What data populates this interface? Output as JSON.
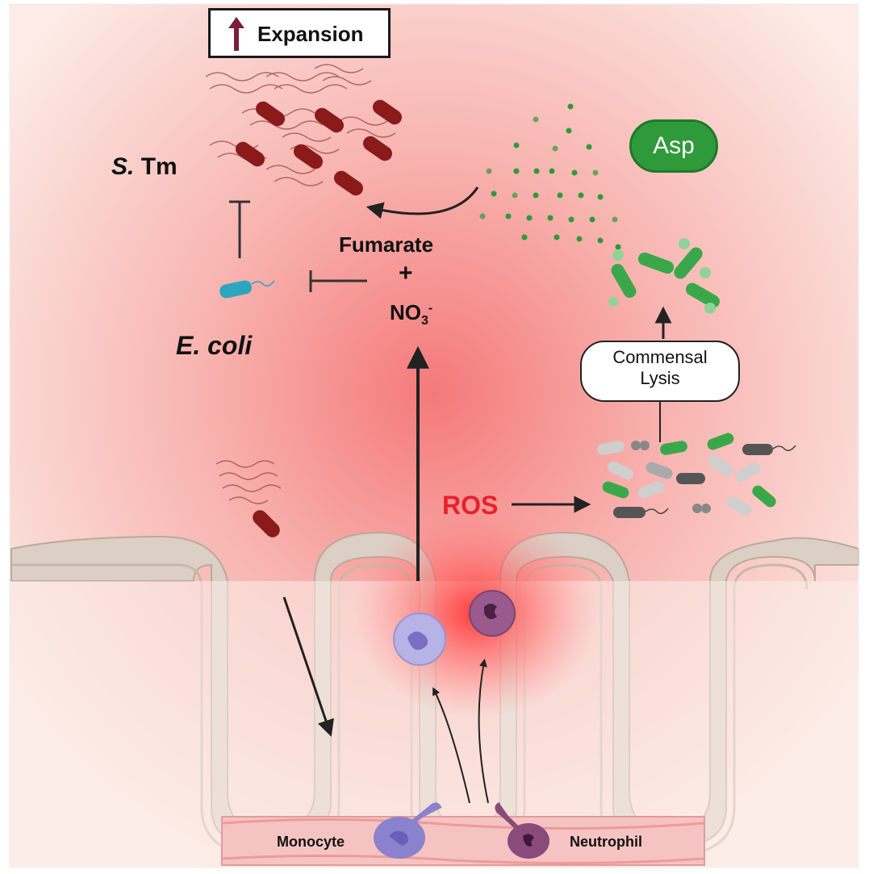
{
  "labels": {
    "expansion": "Expansion",
    "s_tm_italic": "S.",
    "s_tm_rest": " Tm",
    "e_coli": "E. coli",
    "fumarate": "Fumarate",
    "plus": "+",
    "no3": "NO",
    "no3_sub": "3",
    "no3_sup": "-",
    "asp": "Asp",
    "commensal": "Commensal",
    "lysis": "Lysis",
    "ros": "ROS",
    "monocyte": "Monocyte",
    "neutrophil": "Neutrophil"
  },
  "colors": {
    "salmonella": "#8b1a1a",
    "flagella": "#a05050",
    "ecoli": "#2aa6c0",
    "aspartate_dots": "#2f9a3a",
    "ros_text": "#e8202a",
    "epithelium": "#d8ccc4",
    "vessel": "#f4b5b5",
    "monocyte": "#8a82cc",
    "neutrophil": "#8a4a7a",
    "inflammation_glow": "#ff4040"
  }
}
